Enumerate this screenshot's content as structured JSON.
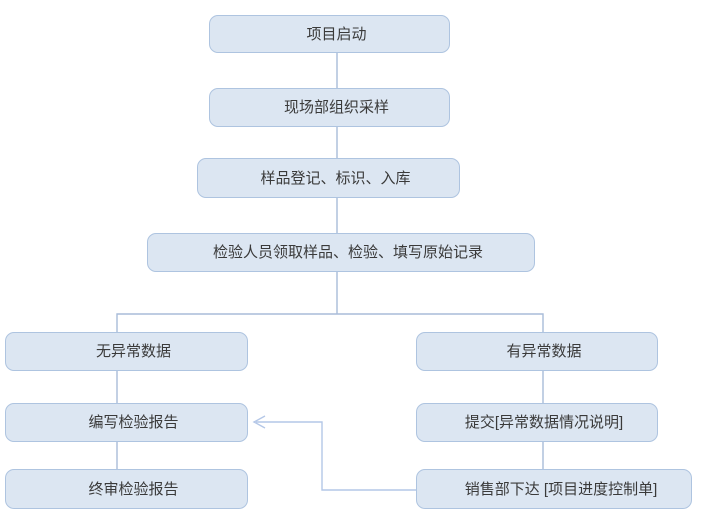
{
  "diagram": {
    "type": "flowchart",
    "colors": {
      "background": "#ffffff",
      "box_fill": "#dce6f2",
      "box_border": "#aec4e0",
      "line": "#a9bcd9",
      "arrow": "#b4c7e7",
      "text": "#3a3a3a"
    },
    "nodes": [
      {
        "id": "project-start",
        "label": "项目启动"
      },
      {
        "id": "field-sampling",
        "label": "现场部组织采样"
      },
      {
        "id": "sample-registration",
        "label": "样品登记、标识、入库"
      },
      {
        "id": "inspection-record",
        "label": "检验人员领取样品、检验、填写原始记录"
      },
      {
        "id": "no-abnormal-data",
        "label": "无异常数据"
      },
      {
        "id": "abnormal-data",
        "label": "有异常数据"
      },
      {
        "id": "write-report",
        "label": "编写检验报告"
      },
      {
        "id": "submit-explanation",
        "label": "提交[异常数据情况说明]"
      },
      {
        "id": "final-review",
        "label": "终审检验报告"
      },
      {
        "id": "sales-control-order",
        "label": "销售部下达 [项目进度控制单]"
      }
    ],
    "edges": [
      {
        "from": "project-start",
        "to": "field-sampling",
        "arrow": false
      },
      {
        "from": "field-sampling",
        "to": "sample-registration",
        "arrow": false
      },
      {
        "from": "sample-registration",
        "to": "inspection-record",
        "arrow": false
      },
      {
        "from": "inspection-record",
        "to": "no-abnormal-data",
        "arrow": false
      },
      {
        "from": "inspection-record",
        "to": "abnormal-data",
        "arrow": false
      },
      {
        "from": "no-abnormal-data",
        "to": "write-report",
        "arrow": false
      },
      {
        "from": "write-report",
        "to": "final-review",
        "arrow": false
      },
      {
        "from": "abnormal-data",
        "to": "submit-explanation",
        "arrow": false
      },
      {
        "from": "submit-explanation",
        "to": "sales-control-order",
        "arrow": false
      },
      {
        "from": "sales-control-order",
        "to": "write-report",
        "arrow": true
      }
    ]
  }
}
